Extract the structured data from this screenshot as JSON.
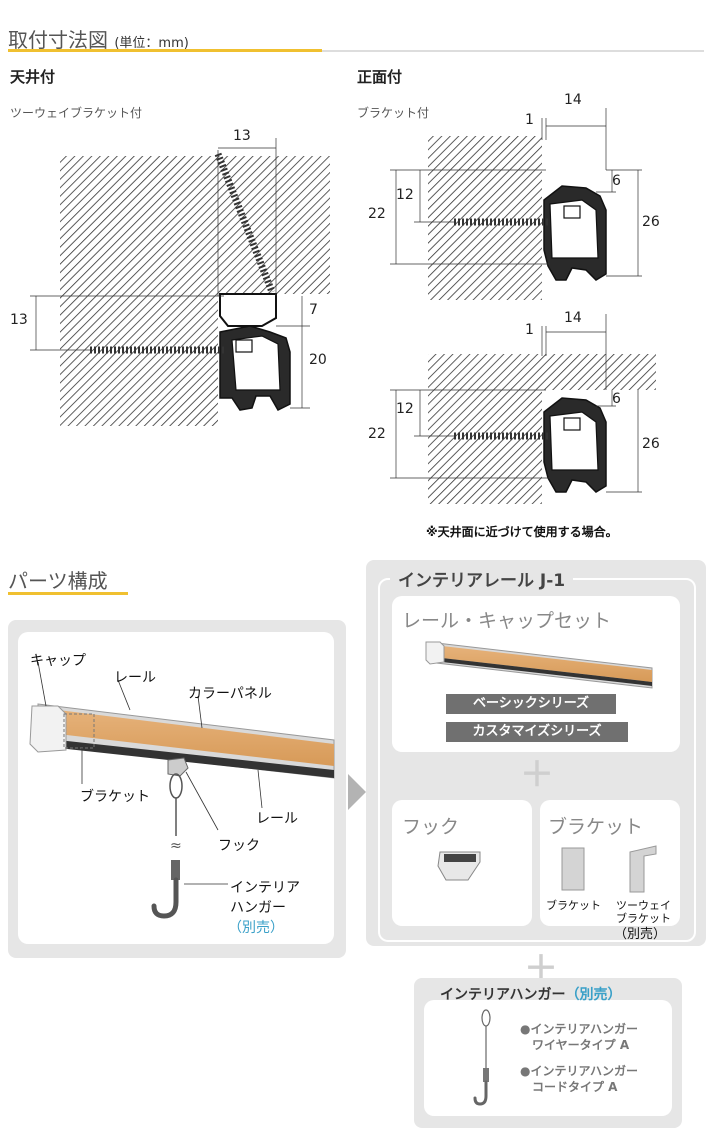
{
  "dims_section": {
    "title": "取付寸法図",
    "unit": "(単位：mm)",
    "ceiling": {
      "heading": "天井付",
      "subheading": "ツーウェイブラケット付",
      "d_top": "13",
      "d_left": "13",
      "d_small": "7",
      "d_height": "20"
    },
    "front": {
      "heading": "正面付",
      "subheading": "ブラケット付",
      "d1": "1",
      "d14": "14",
      "d6": "6",
      "d12": "12",
      "d22": "22",
      "d26": "26",
      "d1b": "1",
      "d14b": "14",
      "d6b": "6",
      "d12b": "12",
      "d22b": "22",
      "d26b": "26",
      "note": "※天井面に近づけて使用する場合。"
    }
  },
  "parts_section": {
    "title": "パーツ構成",
    "labels": {
      "cap": "キャップ",
      "rail_top": "レール",
      "color_panel": "カラーパネル",
      "bracket": "ブラケット",
      "rail_bottom": "レール",
      "hook": "フック",
      "hanger_l1": "インテリア",
      "hanger_l2": "ハンガー",
      "sold_separately": "（別売）"
    },
    "kit": {
      "title": "インテリアレール J-1",
      "set_title": "レール・キャップセット",
      "series": [
        "ベーシックシリーズ",
        "カスタマイズシリーズ"
      ],
      "hook_title": "フック",
      "bracket_title": "ブラケット",
      "bracket_items": {
        "bracket": "ブラケット",
        "two_way_l1": "ツーウェイ",
        "two_way_l2": "ブラケット",
        "sold": "（別売）"
      }
    },
    "hanger": {
      "title": "インテリアハンガー",
      "title_sold": "（別売）",
      "item1_l1": "●インテリアハンガー",
      "item1_l2": "ワイヤータイプ A",
      "item2_l1": "●インテリアハンガー",
      "item2_l2": "コードタイプ A"
    }
  }
}
